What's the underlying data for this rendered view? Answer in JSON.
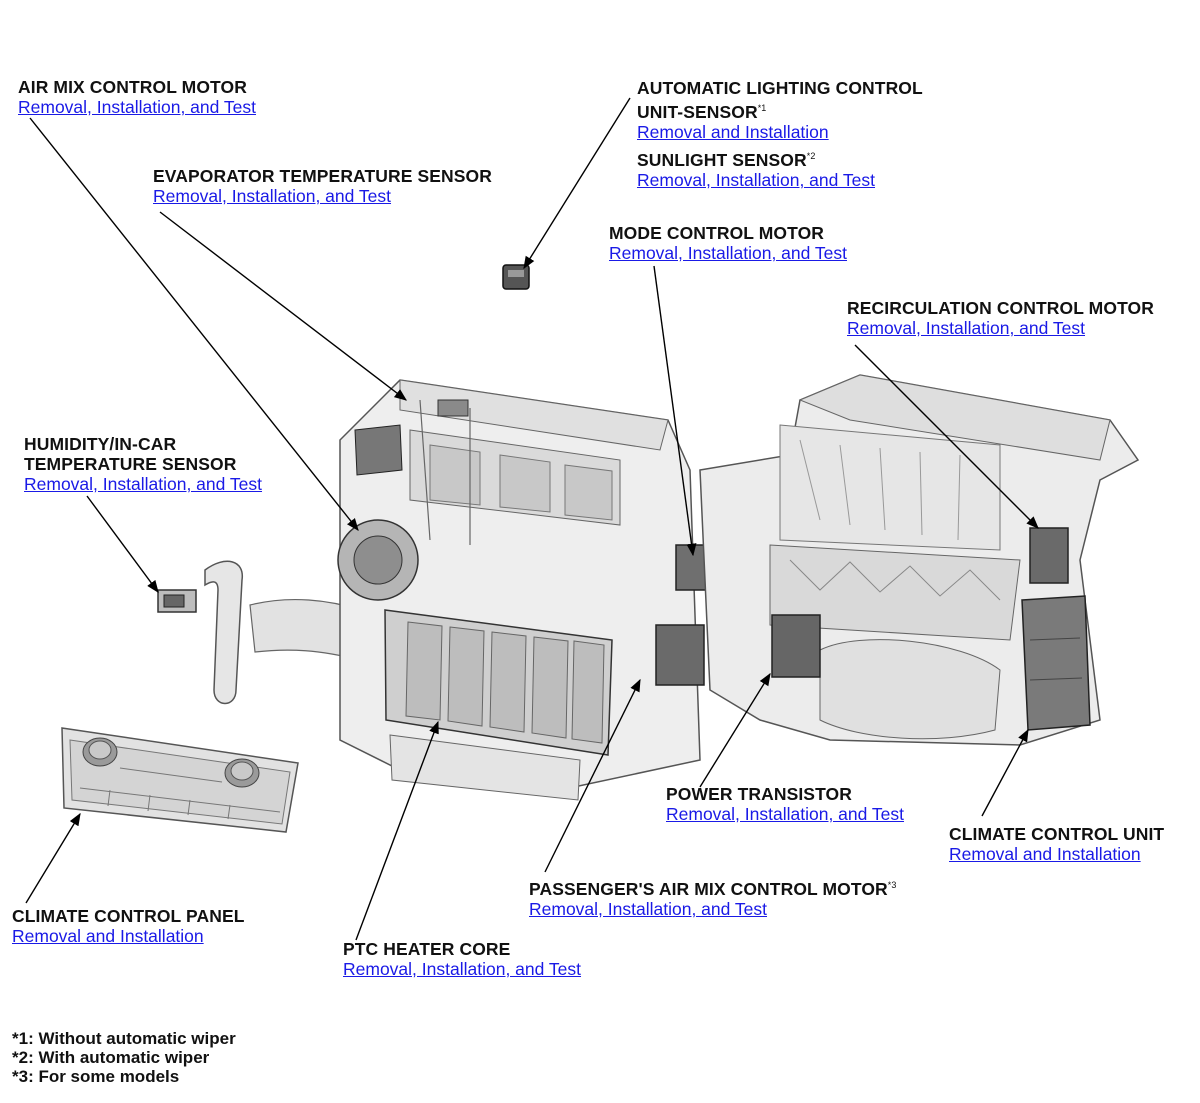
{
  "callouts": {
    "air_mix": {
      "title": "AIR MIX CONTROL MOTOR",
      "link": "Removal, Installation, and Test"
    },
    "evap": {
      "title": "EVAPORATOR TEMPERATURE SENSOR",
      "link": "Removal, Installation, and Test"
    },
    "auto_light": {
      "title1": "AUTOMATIC LIGHTING CONTROL",
      "title2": "UNIT-SENSOR",
      "sup": "*1",
      "link": "Removal and Installation"
    },
    "sunlight": {
      "title": "SUNLIGHT SENSOR",
      "sup": "*2",
      "link": "Removal, Installation, and Test"
    },
    "mode": {
      "title": "MODE CONTROL MOTOR",
      "link": "Removal, Installation, and Test"
    },
    "recirc": {
      "title": "RECIRCULATION CONTROL MOTOR",
      "link": "Removal, Installation, and Test"
    },
    "humidity": {
      "title1": "HUMIDITY/IN-CAR",
      "title2": "TEMPERATURE SENSOR",
      "link": "Removal, Installation, and Test"
    },
    "power_tr": {
      "title": "POWER TRANSISTOR",
      "link": "Removal, Installation, and Test"
    },
    "ccu": {
      "title": "CLIMATE CONTROL UNIT",
      "link": "Removal and Installation"
    },
    "pass_air_mix": {
      "title": "PASSENGER'S AIR MIX CONTROL MOTOR",
      "sup": "*3",
      "link": "Removal, Installation, and Test"
    },
    "ccp": {
      "title": "CLIMATE CONTROL PANEL",
      "link": "Removal and Installation"
    },
    "ptc": {
      "title": "PTC HEATER CORE",
      "link": "Removal, Installation, and Test"
    }
  },
  "footnotes": [
    "*1: Without automatic wiper",
    "*2: With automatic wiper",
    "*3: For some models"
  ],
  "colors": {
    "link": "#1a1ae6",
    "text": "#111111",
    "leader": "#000000"
  }
}
